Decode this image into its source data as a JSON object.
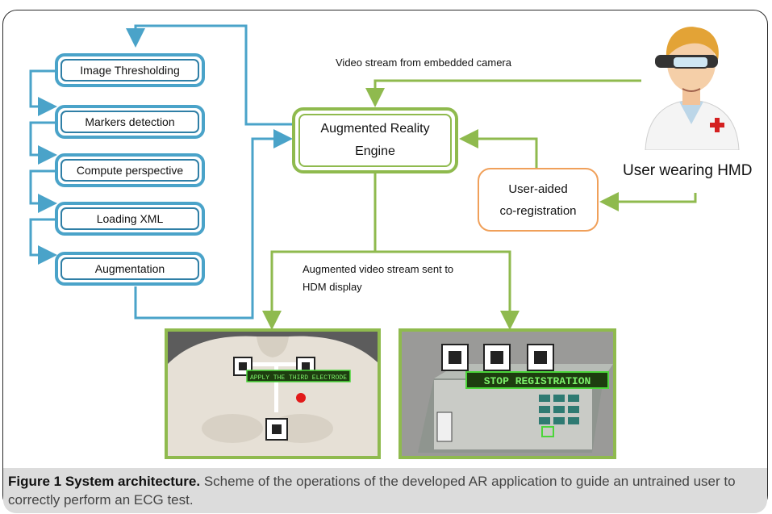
{
  "processing_steps": [
    "Image Thresholding",
    "Markers detection",
    "Compute perspective",
    "Loading XML",
    "Augmentation"
  ],
  "engine": {
    "line1": "Augmented Reality",
    "line2": "Engine"
  },
  "coregistration": {
    "line1": "User-aided",
    "line2": "co-registration"
  },
  "labels": {
    "video_stream": "Video stream from embedded camera",
    "augmented_stream_line1": "Augmented video stream sent to",
    "augmented_stream_line2": "HDM display",
    "user": "User wearing HMD"
  },
  "photos": {
    "left_overlay": "APPLY THE THIRD ELECTRODE",
    "right_overlay": "STOP REGISTRATION"
  },
  "caption": {
    "title": "Figure 1 System architecture.",
    "text": " Scheme of the operations of the developed AR application to guide an untrained user to correctly perform an ECG test."
  },
  "colors": {
    "blue": "#4aa3c9",
    "green": "#8fba4e",
    "orange": "#f0a05a"
  }
}
